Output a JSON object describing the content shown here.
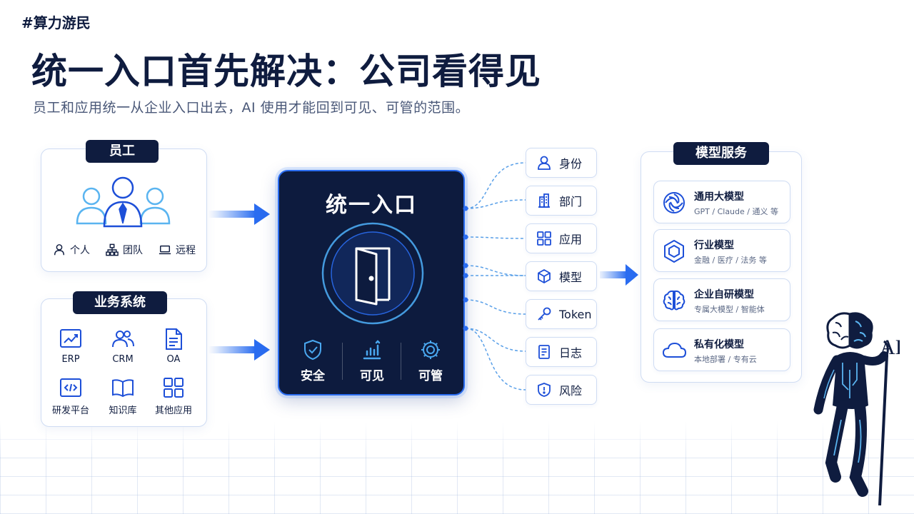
{
  "brand": "#算力游民",
  "title": "统一入口首先解决：公司看得见",
  "subtitle": "员工和应用统一从企业入口出去，AI 使用才能回到可见、可管的范围。",
  "staff": {
    "label": "员工",
    "items": [
      "个人",
      "团队",
      "远程"
    ]
  },
  "business": {
    "label": "业务系统",
    "apps": [
      "ERP",
      "CRM",
      "OA",
      "研发平台",
      "知识库",
      "其他应用"
    ]
  },
  "gateway": {
    "title": "统一入口",
    "features": [
      "安全",
      "可见",
      "可管"
    ]
  },
  "attributes": [
    "身份",
    "部门",
    "应用",
    "模型",
    "Token",
    "日志",
    "风险"
  ],
  "models": {
    "label": "模型服务",
    "items": [
      {
        "name": "通用大模型",
        "desc": "GPT / Claude / 通义 等"
      },
      {
        "name": "行业模型",
        "desc": "金融 / 医疗 / 法务 等"
      },
      {
        "name": "企业自研模型",
        "desc": "专属大模型 / 智能体"
      },
      {
        "name": "私有化模型",
        "desc": "本地部署 / 专有云"
      }
    ]
  },
  "robot_sign": "AI",
  "colors": {
    "navy": "#0f1c3f",
    "accent": "#2a6cf0",
    "light_blue": "#5ab4f0"
  }
}
